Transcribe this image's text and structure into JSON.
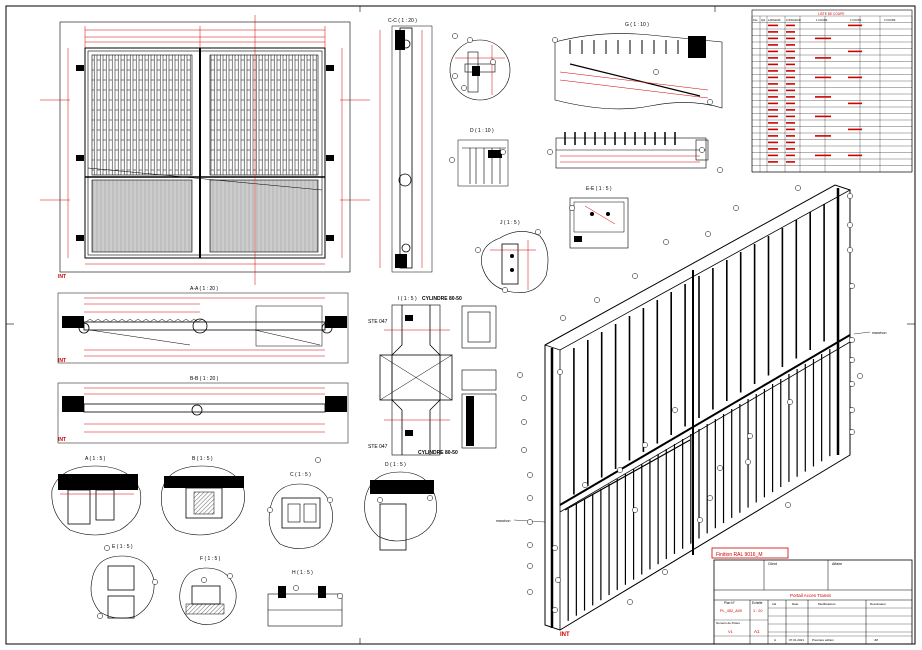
{
  "views": {
    "front_label": "INT",
    "section_cc": "C-C ( 1 : 20 )",
    "section_aa": "A-A ( 1 : 20 )",
    "section_bb": "B-B ( 1 : 20 )",
    "section_aa_label": "INT",
    "section_bb_label": "INT",
    "section_i": "I ( 1 : 5 )",
    "cyl_top": "CYLINDRE 80-50",
    "cyl_bottom": "CYLINDRE 80-50",
    "ste_top": "STE 047",
    "ste_bottom": "STE 047",
    "detail_g": "G ( 1 : 10 )",
    "detail_d10": "D ( 1 : 10 )",
    "detail_ee": "E-E ( 1 : 5 )",
    "detail_j": "J ( 1 : 5 )",
    "detail_a": "A ( 1 : 5 )",
    "detail_b": "B ( 1 : 5 )",
    "detail_c": "C ( 1 : 5 )",
    "detail_d5": "D ( 1 : 5 )",
    "detail_e": "E ( 1 : 5 )",
    "detail_f": "F ( 1 : 5 )",
    "detail_h": "H ( 1 : 5 )",
    "iso_label": "INT",
    "iso_finition": "Finition RAL 9016_M",
    "iso_annot_right": "manchon",
    "iso_annot_left": "manchon"
  },
  "cut_list": {
    "title": "LISTE DE COUPE",
    "headers": [
      "Pos",
      "Qté",
      "LARGEUR",
      "LONGUEUR",
      "1 COUPE",
      "2 COUPE",
      "3 COUPE"
    ]
  },
  "title_block": {
    "client_label": "Client",
    "affaire_label": "Affaire",
    "title": "Portail Acces Transit",
    "plan_label": "Plan N°",
    "plan_value": "PL_452_A00",
    "scale_label": "Echelle",
    "scale_value": "1 : 20",
    "revision_label": "Numéro de Polies",
    "revision_value": "V1",
    "format_value": "A1",
    "ind_label": "Ind",
    "date_label": "Date",
    "modif_label": "Modifications",
    "dessin_label": "Dessinateur",
    "row_ind": "A",
    "row_date": "07.01.2021",
    "row_modif": "Première édition",
    "row_dessin": "JM"
  },
  "colors": {
    "line": "#000000",
    "dimension": "#d00000"
  }
}
